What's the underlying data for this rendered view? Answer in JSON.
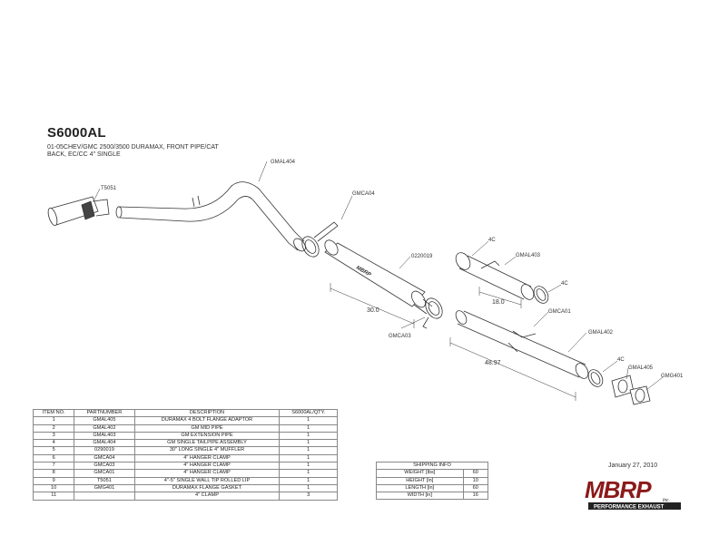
{
  "title": "S6000AL",
  "subtitle": "01-05CHEV/GMC  2500/3500  DURAMAX, FRONT PIPE/CAT\nBACK, EC/CC 4\" SINGLE",
  "callouts": {
    "gmal404": "GMAL404",
    "t5051": "T5051",
    "gmca04": "GMCA04",
    "p0220019": "0220019",
    "gmca03": "GMCA03",
    "c4_a": "4C",
    "gmal403": "GMAL403",
    "c4_b": "4C",
    "gmca01": "GMCA01",
    "gmal402": "GMAL402",
    "c4_c": "4C",
    "gmal405": "GMAL405",
    "gmg401": "GMG401"
  },
  "dimensions": {
    "muffler": "30.0",
    "extension": "18.0",
    "mid_pipe": "48.97"
  },
  "bom": {
    "headers": [
      "ITEM NO.",
      "PARTNUMBER",
      "DESCRIPTION",
      "S6000AL/QTY."
    ],
    "rows": [
      [
        "1",
        "GMAL405",
        "DURAMAX 4 BOLT FLANGE ADAPTOR",
        "1"
      ],
      [
        "2",
        "GMAL402",
        "GM MID PIPE",
        "1"
      ],
      [
        "3",
        "GMAL403",
        "GM EXTENSION PIPE",
        "1"
      ],
      [
        "4",
        "GMAL404",
        "GM SINGLE TAILPIPE ASSEMBLY",
        "1"
      ],
      [
        "5",
        "0290019",
        "30\" LONG SINGLE 4\" MUFFLER",
        "1"
      ],
      [
        "6",
        "GMCA04",
        "4\" HANGER CLAMP",
        "1"
      ],
      [
        "7",
        "GMCA03",
        "4\" HANGER CLAMP",
        "1"
      ],
      [
        "8",
        "GMCA01",
        "4\" HANGER CLAMP",
        "1"
      ],
      [
        "9",
        "T5051",
        "4\"-5\" SINGLE WALL TIP ROLLED LIP",
        "1"
      ],
      [
        "10",
        "GMG401",
        "DURAMAX FLANGE GASKET",
        "1"
      ],
      [
        "11",
        "",
        "4\" CLAMP",
        "3"
      ]
    ]
  },
  "shipping": {
    "header": "SHIPPING INFO",
    "rows": [
      [
        "WEIGHT [lbs]",
        "60"
      ],
      [
        "HEIGHT [in]",
        "10"
      ],
      [
        "LENGTH [in]",
        "60"
      ],
      [
        "WIDTH [in]",
        "16"
      ]
    ]
  },
  "date": "January 27, 2010",
  "logo": {
    "brand": "MBRP",
    "suffix": "Inc.",
    "tagline": "PERFORMANCE EXHAUST",
    "muffler_mark": "MBRP"
  }
}
